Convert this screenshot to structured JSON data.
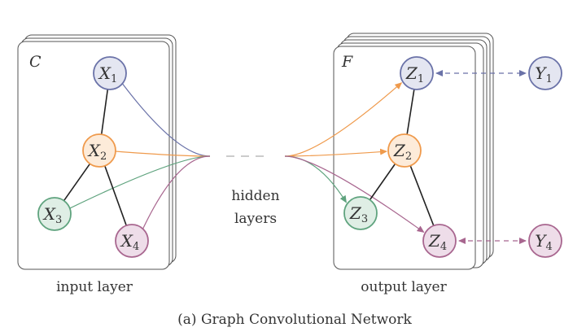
{
  "caption": "(a) Graph Convolutional Network",
  "labels": {
    "input_layer": "input layer",
    "output_layer": "output layer",
    "hidden_line1": "hidden",
    "hidden_line2": "layers",
    "input_card_symbol": "C",
    "output_card_symbol": "F"
  },
  "colors": {
    "node1": {
      "stroke": "#6a72a8",
      "fill": "#e4e6f1"
    },
    "node2": {
      "stroke": "#ef9a4c",
      "fill": "#fdebd9"
    },
    "node3": {
      "stroke": "#5fa37e",
      "fill": "#dfeee5"
    },
    "node4": {
      "stroke": "#a8668f",
      "fill": "#eedde9"
    },
    "edge": "#222222",
    "card": "#555555",
    "hidden_dash": "#bbbbbb"
  },
  "input_nodes": [
    {
      "id": "X1",
      "base": "X",
      "sub": "1",
      "color": "node1"
    },
    {
      "id": "X2",
      "base": "X",
      "sub": "2",
      "color": "node2"
    },
    {
      "id": "X3",
      "base": "X",
      "sub": "3",
      "color": "node3"
    },
    {
      "id": "X4",
      "base": "X",
      "sub": "4",
      "color": "node4"
    }
  ],
  "output_nodes": [
    {
      "id": "Z1",
      "base": "Z",
      "sub": "1",
      "color": "node1"
    },
    {
      "id": "Z2",
      "base": "Z",
      "sub": "2",
      "color": "node2"
    },
    {
      "id": "Z3",
      "base": "Z",
      "sub": "3",
      "color": "node3"
    },
    {
      "id": "Z4",
      "base": "Z",
      "sub": "4",
      "color": "node4"
    }
  ],
  "label_nodes": [
    {
      "id": "Y1",
      "base": "Y",
      "sub": "1",
      "color": "node1",
      "links_to": "Z1"
    },
    {
      "id": "Y4",
      "base": "Y",
      "sub": "4",
      "color": "node4",
      "links_to": "Z4"
    }
  ],
  "graph_edges": [
    [
      "1",
      "2"
    ],
    [
      "2",
      "3"
    ],
    [
      "2",
      "4"
    ]
  ]
}
